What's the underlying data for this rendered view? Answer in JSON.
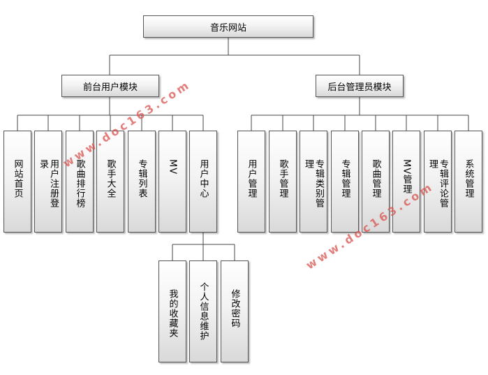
{
  "root": "音乐网站",
  "modules": {
    "front": {
      "label": "前台用户模块",
      "children": [
        "网站首页",
        "用户注册登录",
        "歌曲排行榜",
        "歌手大全",
        "专辑列表",
        "MV",
        "用户中心"
      ]
    },
    "back": {
      "label": "后台管理员模块",
      "children": [
        "用户管理",
        "歌手管理",
        "专辑类别管理",
        "专辑管理",
        "歌曲管理",
        "MV管理",
        "专辑评论管理",
        "系统管理"
      ]
    },
    "user_center_children": [
      "我的收藏夹",
      "个人信息维护",
      "修改密码"
    ]
  },
  "watermarks": [
    "www.doc163.com",
    "www.doc163.com"
  ],
  "colors": {
    "watermark": "#d9534f",
    "line": "#444444",
    "box_border": "#555555"
  }
}
